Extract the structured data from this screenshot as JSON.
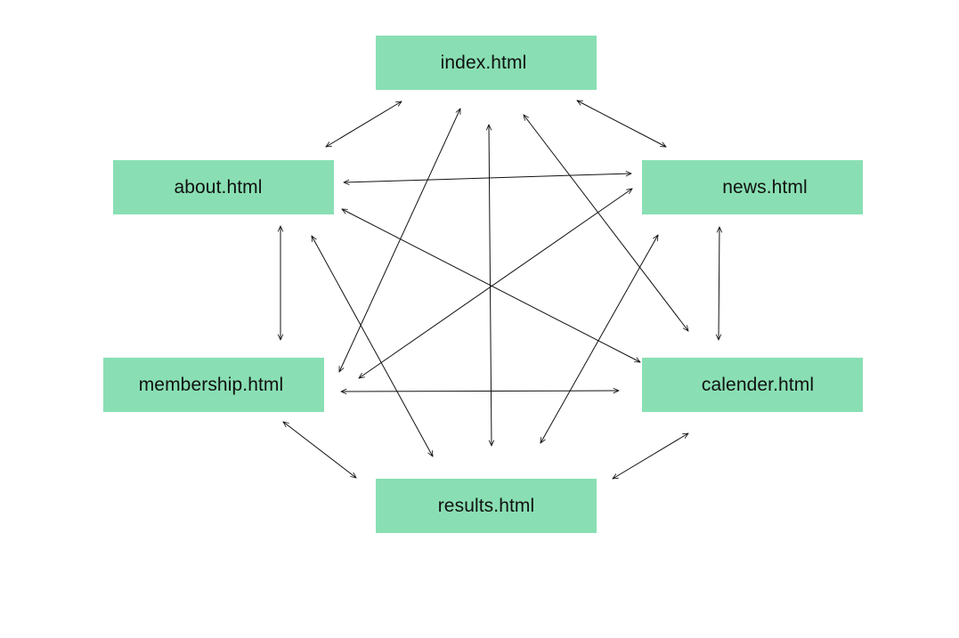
{
  "nodes": {
    "index": "index.html",
    "about": "about.html",
    "news": "news.html",
    "membership": "membership.html",
    "calender": "calender.html",
    "results": "results.html"
  },
  "links": [
    [
      "index",
      "about"
    ],
    [
      "index",
      "news"
    ],
    [
      "index",
      "membership"
    ],
    [
      "index",
      "calender"
    ],
    [
      "index",
      "results"
    ],
    [
      "about",
      "news"
    ],
    [
      "about",
      "membership"
    ],
    [
      "about",
      "calender"
    ],
    [
      "about",
      "results"
    ],
    [
      "news",
      "membership"
    ],
    [
      "news",
      "calender"
    ],
    [
      "news",
      "results"
    ],
    [
      "membership",
      "calender"
    ],
    [
      "membership",
      "results"
    ],
    [
      "calender",
      "results"
    ]
  ]
}
